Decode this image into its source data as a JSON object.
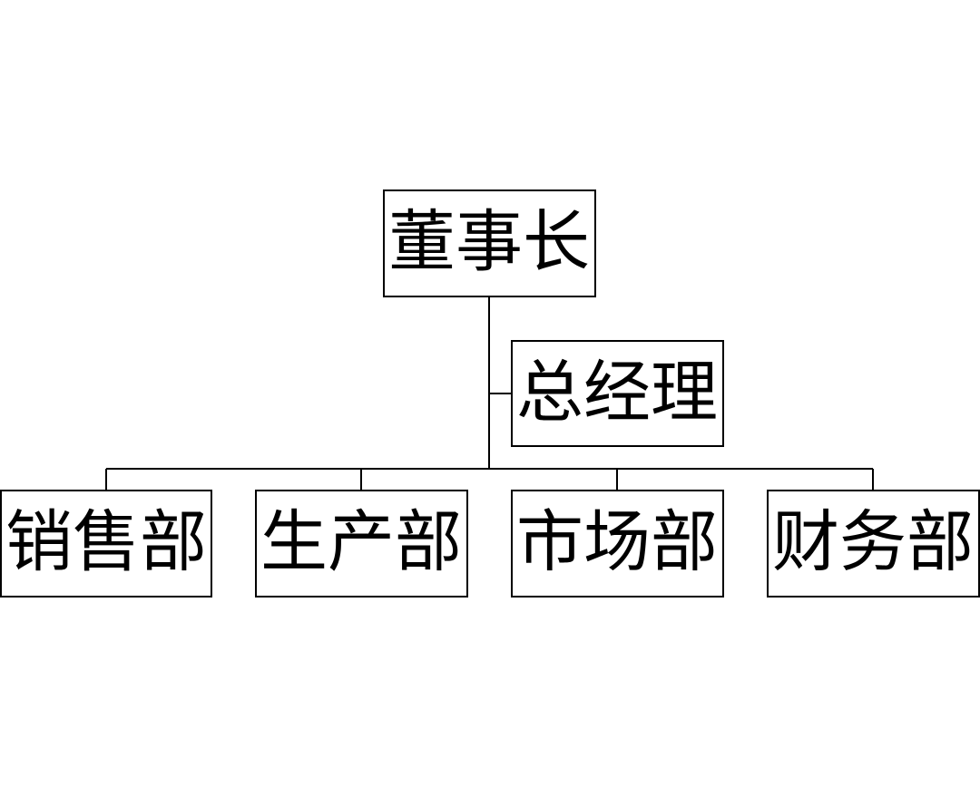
{
  "chart": {
    "root": {
      "label": "董事长"
    },
    "assistant": {
      "label": "总经理"
    },
    "departments": [
      {
        "label": "销售部"
      },
      {
        "label": "生产部"
      },
      {
        "label": "市场部"
      },
      {
        "label": "财务部"
      }
    ]
  }
}
